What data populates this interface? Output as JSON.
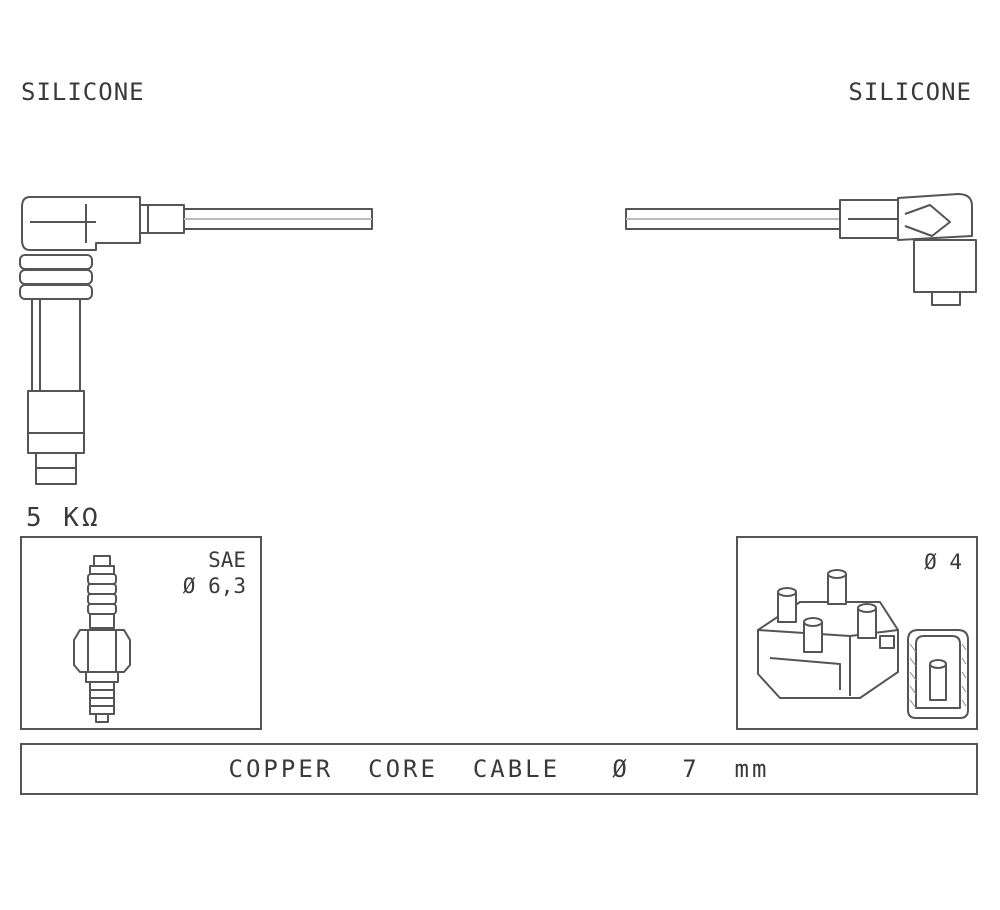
{
  "left_end": {
    "material": "SILICONE",
    "resistance": "5 KΩ",
    "terminal_standard": "SAE",
    "terminal_diameter": "Ø 6,3",
    "connector_icon": "spark-plug-boot-icon",
    "device_icon": "spark-plug-icon"
  },
  "right_end": {
    "material": "SILICONE",
    "terminal_diameter": "Ø 4",
    "connector_icon": "coil-boot-icon",
    "device_icon": "ignition-coil-icon"
  },
  "cable": {
    "spec": "COPPER  CORE  CABLE   Ø   7  mm",
    "icon": "ignition-cable-icon"
  }
}
